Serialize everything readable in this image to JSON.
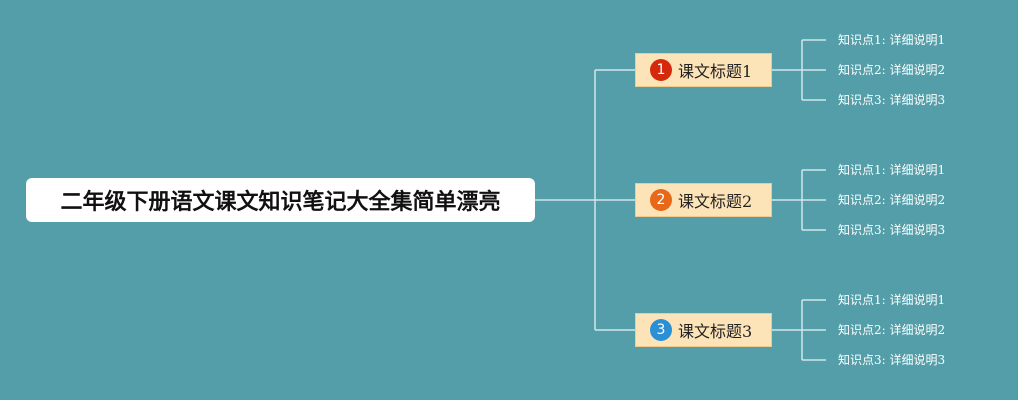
{
  "root": {
    "title": "二年级下册语文课文知识笔记大全集简单漂亮"
  },
  "branches": [
    {
      "number": "1",
      "label": "课文标题1",
      "badge_color": "#d6290c",
      "leaves": [
        "知识点1: 详细说明1",
        "知识点2: 详细说明2",
        "知识点3: 详细说明3"
      ]
    },
    {
      "number": "2",
      "label": "课文标题2",
      "badge_color": "#e8681a",
      "leaves": [
        "知识点1: 详细说明1",
        "知识点2: 详细说明2",
        "知识点3: 详细说明3"
      ]
    },
    {
      "number": "3",
      "label": "课文标题3",
      "badge_color": "#2b8fd6",
      "leaves": [
        "知识点1: 详细说明1",
        "知识点2: 详细说明2",
        "知识点3: 详细说明3"
      ]
    }
  ],
  "colors": {
    "background": "#539ea8",
    "connector": "#cfe6ea",
    "branch_fill": "#fde4b8"
  }
}
